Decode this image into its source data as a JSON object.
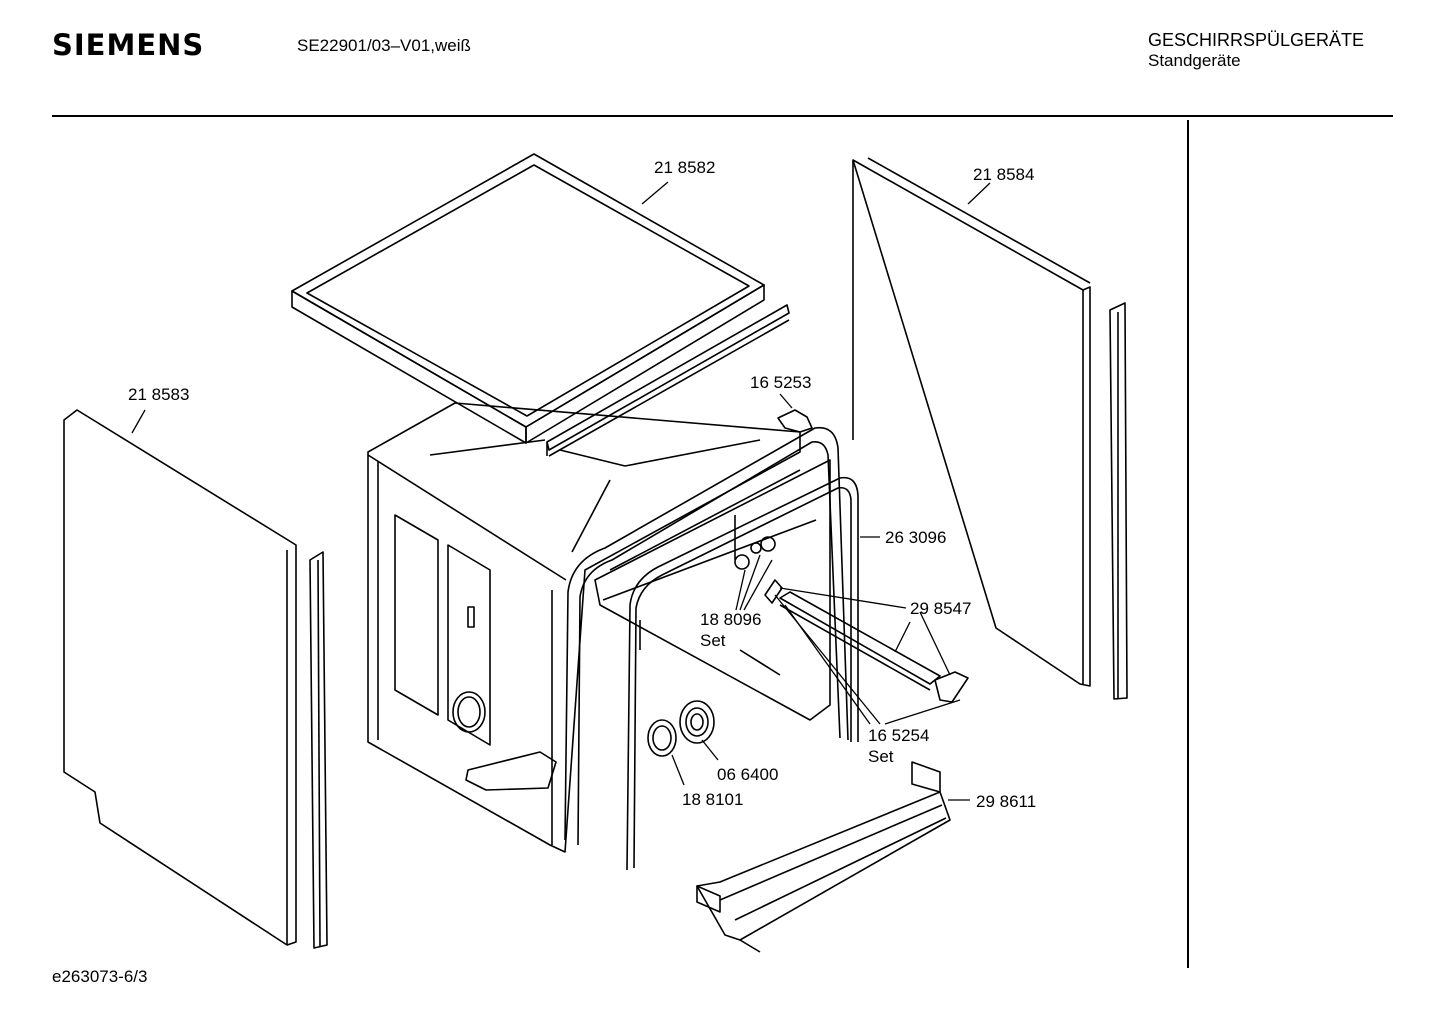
{
  "header": {
    "brand": "SIEMENS",
    "model": "SE22901/03–V01,weiß",
    "category": "GESCHIRRSPÜLGERÄTE",
    "subcategory": "Standgeräte"
  },
  "footer": {
    "drawing_id": "e263073-6/3"
  },
  "parts": {
    "top_cover": "21 8582",
    "side_panel_right": "21 8584",
    "side_panel_left": "21 8583",
    "clip": "16 5253",
    "door_seal": "26 3096",
    "hinge_bar": "29 8547",
    "fastener_set": "18 8096",
    "fastener_set_note": "Set",
    "bracket_set": "16 5254",
    "bracket_set_note": "Set",
    "grommet_large": "06 6400",
    "grommet_small": "18 8101",
    "base_plinth": "29 8611"
  }
}
